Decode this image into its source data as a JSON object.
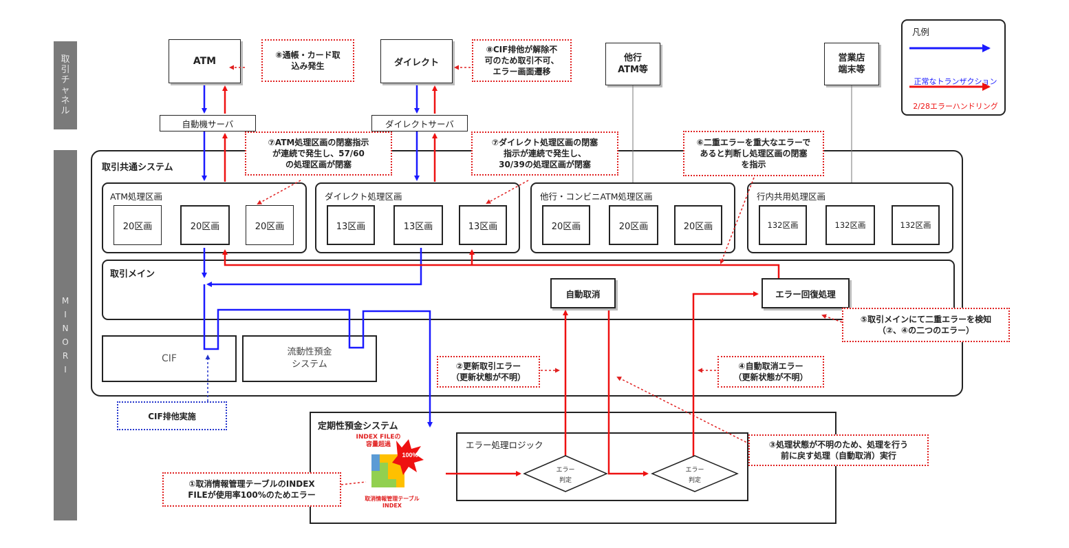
{
  "side_labels": {
    "channel": [
      "取",
      "引",
      "チ",
      "ャ",
      "ネ",
      "ル"
    ],
    "minori": [
      "M",
      "I",
      "N",
      "O",
      "R",
      "I"
    ]
  },
  "channels": {
    "atm": "ATM",
    "direct": "ダイレクト",
    "other_atm": "他行\nATM等",
    "branch": "営業店\n端末等"
  },
  "servers": {
    "atm_server": "自動機サーバ",
    "direct_server": "ダイレクトサーバ"
  },
  "legend": {
    "title": "凡例",
    "normal": "正常なトランザクション",
    "error": "2/28エラーハンドリング",
    "normal_color": "#1a1aff",
    "error_color": "#ee1111"
  },
  "common_system": {
    "title": "取引共通システム",
    "zones": [
      {
        "title": "ATM処理区画",
        "cells": [
          "20区画",
          "20区画",
          "20区画"
        ]
      },
      {
        "title": "ダイレクト処理区画",
        "cells": [
          "13区画",
          "13区画",
          "13区画"
        ]
      },
      {
        "title": "他行・コンビニATM処理区画",
        "cells": [
          "20区画",
          "20区画",
          "20区画"
        ]
      },
      {
        "title": "行内共用処理区画",
        "cells": [
          "132区画",
          "132区画",
          "132区画"
        ]
      }
    ]
  },
  "main": {
    "title": "取引メイン",
    "auto_cancel": "自動取消",
    "error_recovery": "エラー回復処理"
  },
  "cif": "CIF",
  "liquid": "流動性預金\nシステム",
  "fixed": {
    "title": "定期性預金システム",
    "logic_title": "エラー処理ロジック",
    "judge1": "エラー\n判定",
    "judge2": "エラー\n判定",
    "index_label": "INDEX FILEの\n容量超過",
    "badge": "100%",
    "table_caption": "取消情報管理テーブル\nINDEX"
  },
  "notes": {
    "n1": "①取消情報管理テーブルのINDEX\nFILEが使用率100%のためエラー",
    "n2": "②更新取引エラー\n（更新状態が不明）",
    "n3": "③処理状態が不明のため、処理を行う\n前に戻す処理（自動取消）実行",
    "n4": "④自動取消エラー\n（更新状態が不明）",
    "n5": "⑤取引メインにて二重エラーを検知\n（②、④の二つのエラー）",
    "n6": "⑥二重エラーを重大なエラーで\nあると判断し処理区画の閉塞\nを指示",
    "n7a": "⑦ATM処理区画の閉塞指示\nが連続で発生し、57/60\nの処理区画が閉塞",
    "n7b": "⑦ダイレクト処理区画の閉塞\n指示が連続で発生し、\n30/39の処理区画が閉塞",
    "n8a": "⑧通帳・カード取\n込み発生",
    "n8b": "⑧CIF排他が解除不\n可のため取引不可、\nエラー画面遷移",
    "cif_excl": "CIF排他実施"
  }
}
